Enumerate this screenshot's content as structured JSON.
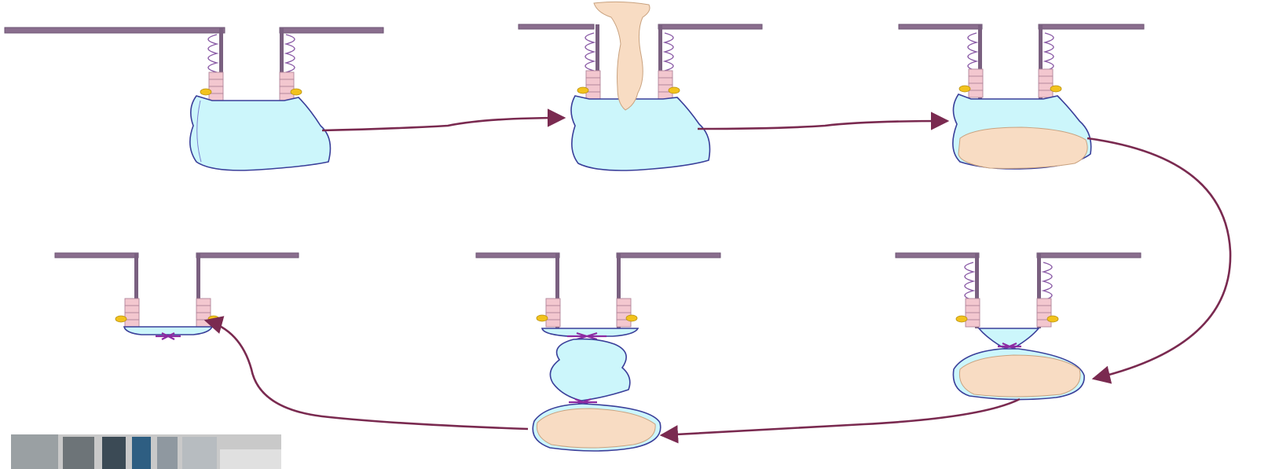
{
  "diagram": {
    "type": "process-sequence",
    "steps": [
      {
        "id": "step-1",
        "state": "empty-bag-attached"
      },
      {
        "id": "step-2",
        "state": "waste-falling-into-bag"
      },
      {
        "id": "step-3",
        "state": "bag-filled-with-waste"
      },
      {
        "id": "step-4",
        "state": "bag-neck-tied"
      },
      {
        "id": "step-5",
        "state": "bag-pulled-and-double-tied"
      },
      {
        "id": "step-6",
        "state": "port-sealed-with-stub"
      }
    ],
    "flow": [
      "step-1",
      "step-2",
      "step-3",
      "step-4",
      "step-5",
      "step-6"
    ]
  },
  "colors": {
    "sheet": "#8a6e8e",
    "bag_fill": "#ccf6fb",
    "bag_outline": "#3a3f9a",
    "waste": "#f8dcc3",
    "clamp_block": "#f3c7cf",
    "o_ring": "#f2c21d",
    "tie": "#8c2aa2",
    "arrow": "#7a2a50"
  }
}
